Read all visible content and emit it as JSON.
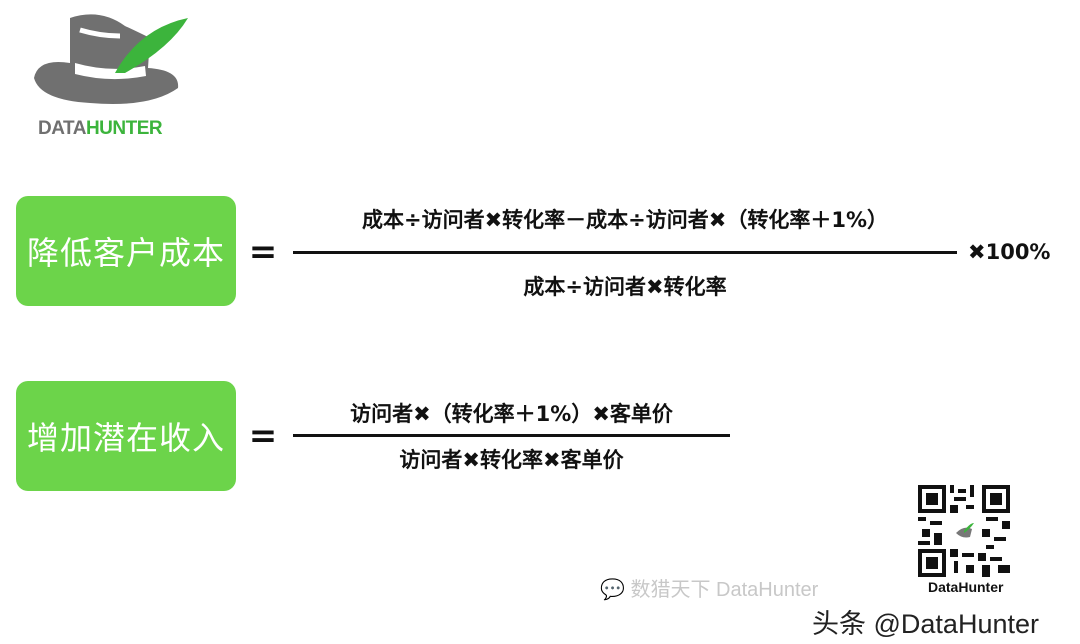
{
  "logo": {
    "text_dark": "DATA",
    "text_green": "HUNTER",
    "green": "#3cb43c",
    "gray": "#707070"
  },
  "accent": "#6cd44a",
  "formulas": [
    {
      "label": "降低客户成本",
      "equals": "=",
      "numerator": "成本÷访问者✖转化率－成本÷访问者✖（转化率＋1%）",
      "denominator": "成本÷访问者✖转化率",
      "suffix": "✖100%"
    },
    {
      "label": "增加潜在收入",
      "equals": "=",
      "numerator": "访问者✖（转化率＋1%）✖客单价",
      "denominator": "访问者✖转化率✖客单价"
    }
  ],
  "watermark": {
    "qr_caption": "DataHunter",
    "wechat_text": "数猎天下 DataHunter",
    "toutiao_text": "头条 @DataHunter"
  }
}
